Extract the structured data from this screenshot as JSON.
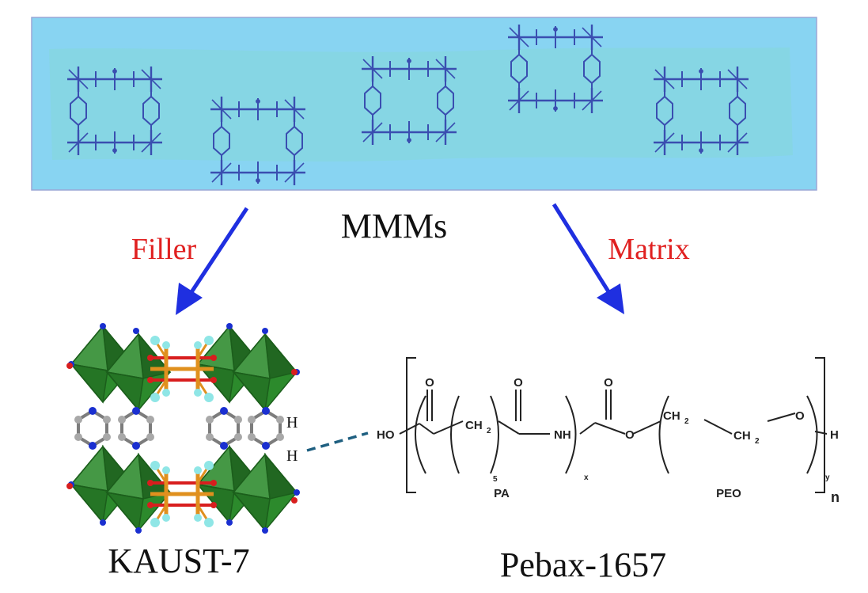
{
  "colors": {
    "membrane_outer": "#88d4f2",
    "membrane_inner": "#86d6e2",
    "membrane_border": "#9aa6d6",
    "framework_lines": "#3a4eb0",
    "arrow": "#1f2fe0",
    "label_red": "#e02020",
    "octahedra": "#2c8a2c",
    "octahedra_dark": "#1b5e1b",
    "bond_orange": "#e0901e",
    "oxygen_red": "#d81e1e",
    "fluorine_cyan": "#8fe6e6",
    "nitrogen_blue": "#1a2fd0",
    "carbon_grey": "#9a9a9a",
    "dashed_link": "#1e5f80"
  },
  "labels": {
    "mmms": "MMMs",
    "filler": "Filler",
    "matrix": "Matrix",
    "kaust": "KAUST-7",
    "pebax": "Pebax-1657"
  },
  "kaust_atoms": {
    "h1": "H",
    "h2": "H"
  },
  "pebax_structure": {
    "ho": "HO",
    "ch2": "CH",
    "sub_2": "2",
    "sub_5": "5",
    "nh": "NH",
    "sub_x": "x",
    "o_ether": "O",
    "ch2_a": "CH",
    "ch2_b": "CH",
    "o_end": "O",
    "sub_y": "y",
    "h_end": "H",
    "pa": "PA",
    "peo": "PEO",
    "sub_n": "n",
    "o_carbonyl_1": "O",
    "o_carbonyl_2": "O",
    "o_carbonyl_3": "O"
  },
  "icons": [
    "mof-framework-icon",
    "arrow-icon",
    "octahedron-icon",
    "benzene-ring-icon",
    "pyrazine-ring-icon"
  ]
}
